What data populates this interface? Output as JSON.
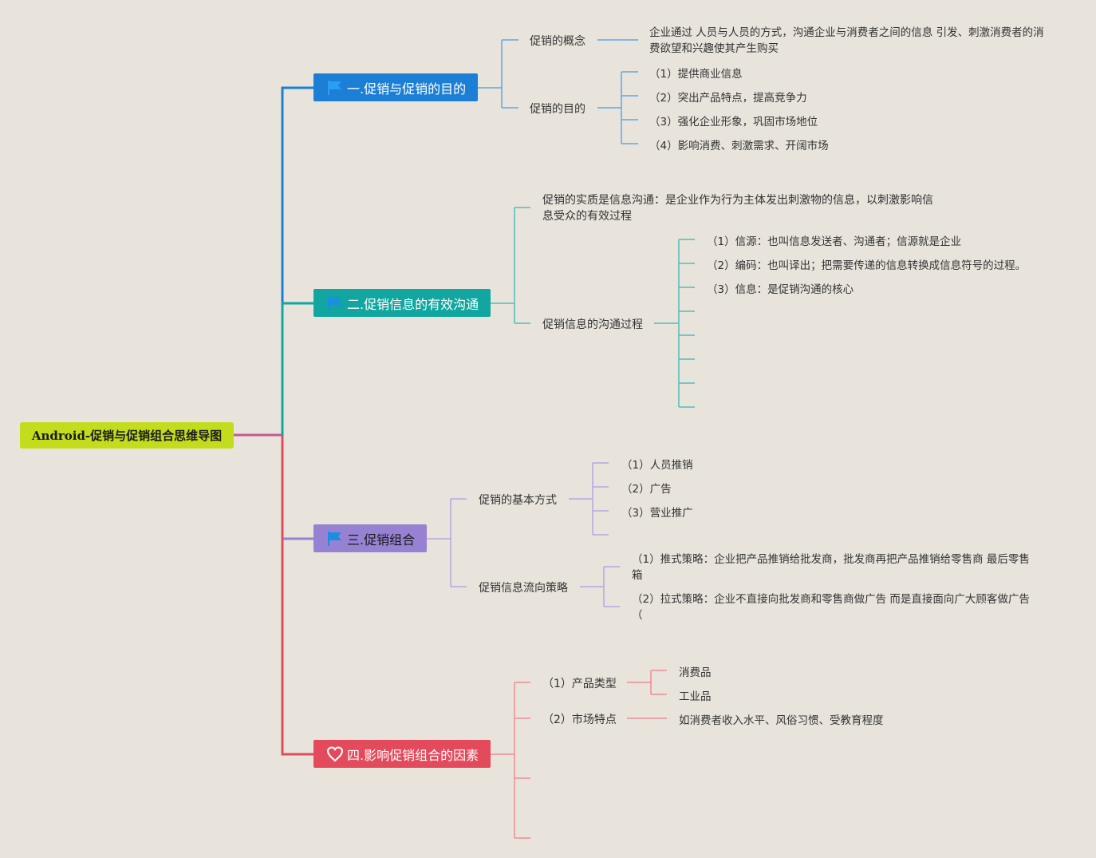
{
  "root": {
    "label": "Android-促销与促销组合思维导图",
    "color": "#c3dc1c"
  },
  "branches": [
    {
      "label": "一.促销与促销的目的",
      "icon": "flag-icon",
      "color": "#1b7fd6",
      "text_color": "#ffffff",
      "children": [
        {
          "label": "促销的概念",
          "leaves": [
            "企业通过 人员与人员的方式，沟通企业与消费者之间的信息 引发、刺激消费者的消费欲望和兴趣使其产生购买"
          ]
        },
        {
          "label": "促销的目的",
          "leaves": [
            "（1）提供商业信息",
            "（2）突出产品特点，提高竞争力",
            "（3）强化企业形象，巩固市场地位",
            "（4）影响消费、刺激需求、开阔市场"
          ]
        }
      ]
    },
    {
      "label": "二.促销信息的有效沟通",
      "icon": "flag-icon",
      "color": "#12a6a0",
      "text_color": "#ffffff",
      "children": [
        {
          "label": "促销的实质是信息沟通：是企业作为行为主体发出刺激物的信息，以刺激影响信息受众的有效过程",
          "leaves": []
        },
        {
          "label": "促销信息的沟通过程",
          "leaves": [
            "（1）信源：也叫信息发送者、沟通者；信源就是企业",
            "（2）编码：也叫译出；把需要传递的信息转换成信息符号的过程。",
            "（3）信息：是促销沟通的核心",
            "",
            "",
            "",
            "",
            ""
          ]
        }
      ]
    },
    {
      "label": "三.促销组合",
      "icon": "flag-icon",
      "color": "#9681d2",
      "text_color": "#1a1a1a",
      "children": [
        {
          "label": "促销的基本方式",
          "leaves": [
            "（1）人员推销",
            "（2）广告",
            "（3）营业推广",
            ""
          ]
        },
        {
          "label": "促销信息流向策略",
          "leaves": [
            "（1）推式策略：企业把产品推销给批发商，批发商再把产品推销给零售商 最后零售箱",
            "（2）拉式策略：企业不直接向批发商和零售商做广告 而是直接面向广大顾客做广告（"
          ]
        }
      ]
    },
    {
      "label": "四.影响促销组合的因素",
      "icon": "heart-icon",
      "color": "#e34b5c",
      "text_color": "#ffffff",
      "children": [
        {
          "label": "（1）产品类型",
          "leaves": [
            "消费品",
            "工业品"
          ]
        },
        {
          "label": "（2）市场特点",
          "leaves": [
            "如消费者收入水平、风俗习惯、受教育程度"
          ]
        },
        {
          "label": "",
          "leaves": []
        },
        {
          "label": "",
          "leaves": []
        },
        {
          "label": "",
          "leaves": []
        }
      ]
    }
  ]
}
